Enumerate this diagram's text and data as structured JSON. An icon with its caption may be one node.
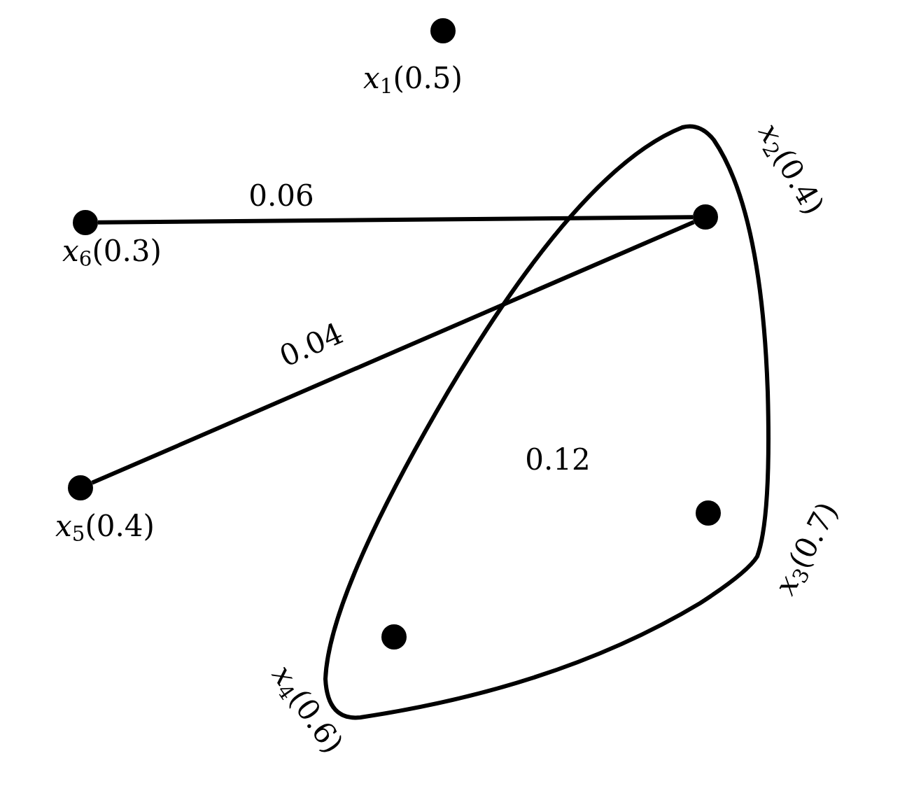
{
  "diagram": {
    "nodes": [
      {
        "text": [],
        "shape": "circle",
        "beside": [
          "*x*$_{1}$(0.5)"
        ]
      },
      {
        "text": [
          "0.12"
        ]
      },
      {
        "text": [],
        "shape": "circle",
        "in": 1,
        "beside": [
          "*x*$_{2}$(0.4)"
        ]
      },
      {
        "text": [],
        "shape": "circle",
        "in": 1,
        "beside": [
          "*x*$_{3}$(0.7)"
        ]
      },
      {
        "text": [],
        "shape": "circle",
        "in": 1,
        "beside": [
          "*x*$_{4}$(0.6)"
        ]
      },
      {
        "text": [],
        "shape": "circle",
        "beside": [
          "*x*$_{5}$(0.4)"
        ]
      },
      {
        "text": [],
        "shape": "circle",
        "beside": [
          "*x*$_{6}$(0.3)"
        ]
      }
    ],
    "edges": [
      {
        "from": 6,
        "to": 2,
        "arrow": "none",
        "label": "0.06"
      },
      {
        "from": 5,
        "to": 2,
        "arrow": "none",
        "label": "0.04"
      }
    ]
  }
}
